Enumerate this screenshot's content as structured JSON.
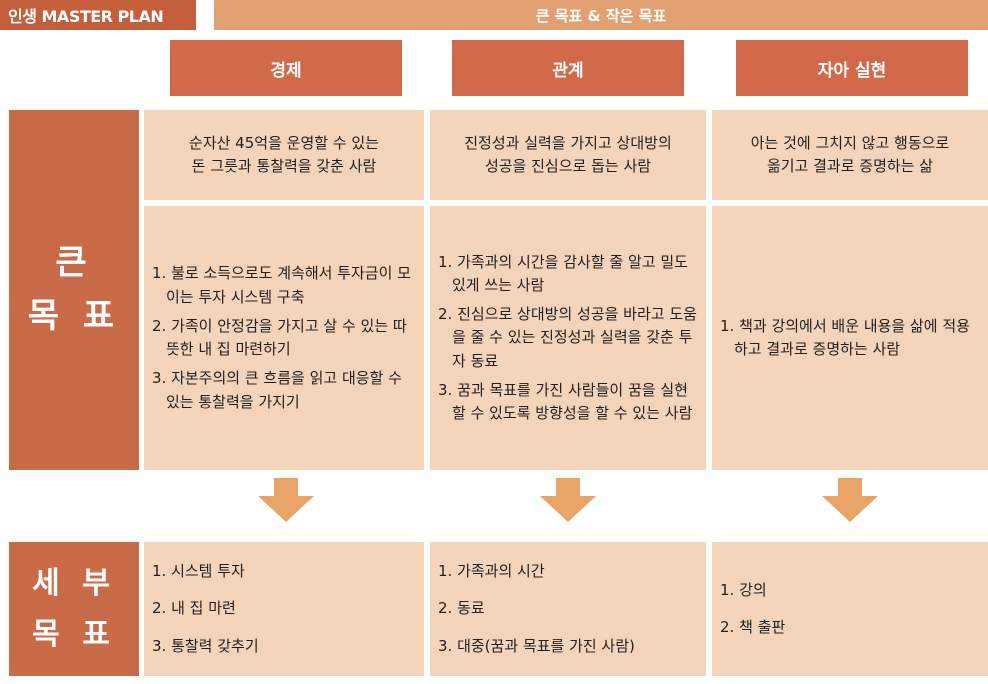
{
  "header": {
    "title": "인생 MASTER PLAN",
    "banner": "큰 목표 & 작은 목표"
  },
  "categories": [
    "경제",
    "관계",
    "자아 실현"
  ],
  "side_labels": {
    "big_goal": [
      "큰",
      "목 표"
    ],
    "detail_goal": [
      "세 부",
      "목 표"
    ]
  },
  "big_goal_summary": [
    [
      "순자산 45억을 운영할 수 있는",
      "돈 그릇과 통찰력을 갖춘 사람"
    ],
    [
      "진정성과 실력을 가지고 상대방의",
      "성공을 진심으로 돕는 사람"
    ],
    [
      "아는 것에 그치지 않고 행동으로",
      "옮기고 결과로 증명하는 삶"
    ]
  ],
  "big_goal_details": [
    [
      "1. 불로 소득으로도 계속해서 투자금이 모이는 투자 시스템 구축",
      "2. 가족이 안정감을 가지고 살 수 있는 따뜻한 내 집 마련하기",
      "3. 자본주의의 큰 흐름을 읽고 대응할 수 있는 통찰력을 가지기"
    ],
    [
      "1. 가족과의 시간을 감사할 줄 알고 밀도 있게 쓰는 사람",
      "2. 진심으로 상대방의 성공을 바라고 도움을 줄 수 있는 진정성과 실력을 갖춘 투자 동료",
      "3. 꿈과 목표를 가진 사람들이 꿈을 실현할 수 있도록 방향성을 할 수 있는 사람"
    ],
    [
      "1. 책과 강의에서 배운 내용을 삶에 적용하고 결과로 증명하는 사람"
    ]
  ],
  "detail_goals": [
    [
      "1. 시스템 투자",
      "2. 내 집 마련",
      "3. 통찰력 갖추기"
    ],
    [
      "1. 가족과의 시간",
      "2. 동료",
      "3. 대중(꿈과 목표를 가진 사람)"
    ],
    [
      "1. 강의",
      "2. 책 출판"
    ]
  ],
  "colors": {
    "title_bg": "#c45f3b",
    "banner_bg": "#e3a173",
    "category_bg": "#d2694a",
    "side_bg": "#c96a48",
    "cell_bg": "#f4d4bb",
    "arrow": "#e8a366"
  },
  "icons": {
    "arrow": "arrow-down-icon"
  }
}
